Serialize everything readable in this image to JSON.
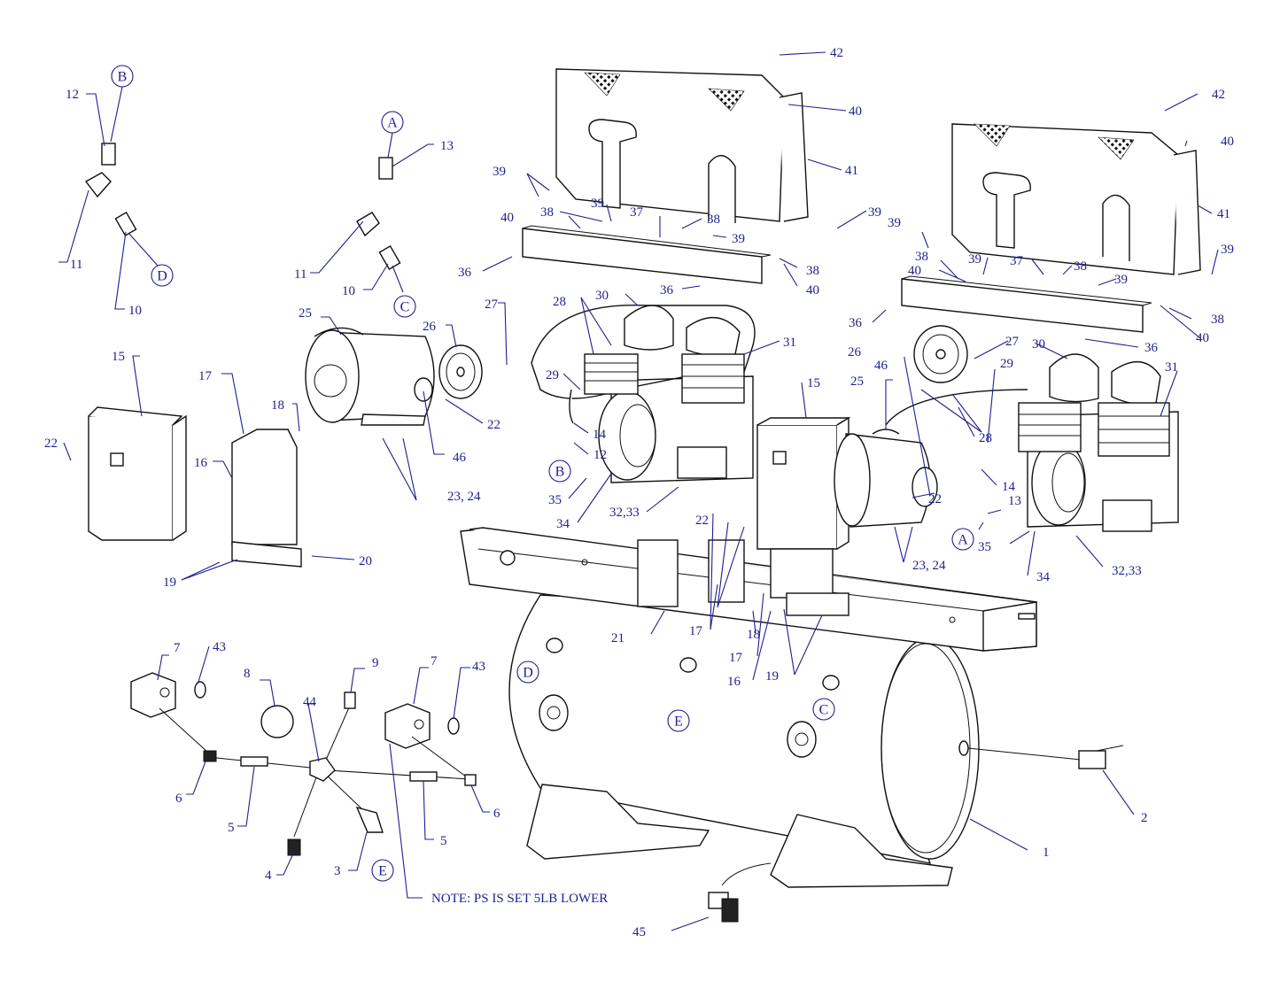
{
  "callouts": [
    {
      "id": "c1",
      "text": "1"
    },
    {
      "id": "c2",
      "text": "2"
    },
    {
      "id": "c3",
      "text": "3"
    },
    {
      "id": "c4",
      "text": "4"
    },
    {
      "id": "c5a",
      "text": "5"
    },
    {
      "id": "c5b",
      "text": "5"
    },
    {
      "id": "c6a",
      "text": "6"
    },
    {
      "id": "c6b",
      "text": "6"
    },
    {
      "id": "c7a",
      "text": "7"
    },
    {
      "id": "c7b",
      "text": "7"
    },
    {
      "id": "c8",
      "text": "8"
    },
    {
      "id": "c9",
      "text": "9"
    },
    {
      "id": "c10a",
      "text": "10"
    },
    {
      "id": "c10b",
      "text": "10"
    },
    {
      "id": "c11a",
      "text": "11"
    },
    {
      "id": "c11b",
      "text": "11"
    },
    {
      "id": "c12a",
      "text": "12"
    },
    {
      "id": "c12b",
      "text": "12"
    },
    {
      "id": "c13a",
      "text": "13"
    },
    {
      "id": "c13b",
      "text": "13"
    },
    {
      "id": "c14a",
      "text": "14"
    },
    {
      "id": "c14b",
      "text": "14"
    },
    {
      "id": "c15a",
      "text": "15"
    },
    {
      "id": "c15b",
      "text": "15"
    },
    {
      "id": "c16a",
      "text": "16"
    },
    {
      "id": "c16b",
      "text": "16"
    },
    {
      "id": "c17a",
      "text": "17"
    },
    {
      "id": "c17b",
      "text": "17"
    },
    {
      "id": "c17c",
      "text": "17"
    },
    {
      "id": "c18a",
      "text": "18"
    },
    {
      "id": "c18b",
      "text": "18"
    },
    {
      "id": "c19a",
      "text": "19"
    },
    {
      "id": "c19b",
      "text": "19"
    },
    {
      "id": "c20",
      "text": "20"
    },
    {
      "id": "c21",
      "text": "21"
    },
    {
      "id": "c22a",
      "text": "22"
    },
    {
      "id": "c22b",
      "text": "22"
    },
    {
      "id": "c22c",
      "text": "22"
    },
    {
      "id": "c22d",
      "text": "22"
    },
    {
      "id": "c2324a",
      "text": "23, 24"
    },
    {
      "id": "c2324b",
      "text": "23, 24"
    },
    {
      "id": "c25a",
      "text": "25"
    },
    {
      "id": "c25b",
      "text": "25"
    },
    {
      "id": "c26a",
      "text": "26"
    },
    {
      "id": "c26b",
      "text": "26"
    },
    {
      "id": "c27a",
      "text": "27"
    },
    {
      "id": "c27b",
      "text": "27"
    },
    {
      "id": "c28a",
      "text": "28"
    },
    {
      "id": "c28b",
      "text": "28"
    },
    {
      "id": "c29a",
      "text": "29"
    },
    {
      "id": "c29b",
      "text": "29"
    },
    {
      "id": "c30a",
      "text": "30"
    },
    {
      "id": "c30b",
      "text": "30"
    },
    {
      "id": "c31a",
      "text": "31"
    },
    {
      "id": "c31b",
      "text": "31"
    },
    {
      "id": "c3233a",
      "text": "32,33"
    },
    {
      "id": "c3233b",
      "text": "32,33"
    },
    {
      "id": "c34a",
      "text": "34"
    },
    {
      "id": "c34b",
      "text": "34"
    },
    {
      "id": "c35a",
      "text": "35"
    },
    {
      "id": "c35b",
      "text": "35"
    },
    {
      "id": "c36a",
      "text": "36"
    },
    {
      "id": "c36b",
      "text": "36"
    },
    {
      "id": "c36c",
      "text": "36"
    },
    {
      "id": "c36d",
      "text": "36"
    },
    {
      "id": "c37a",
      "text": "37"
    },
    {
      "id": "c37b",
      "text": "37"
    },
    {
      "id": "c38a",
      "text": "38"
    },
    {
      "id": "c38b",
      "text": "38"
    },
    {
      "id": "c38c",
      "text": "38"
    },
    {
      "id": "c38d",
      "text": "38"
    },
    {
      "id": "c38e",
      "text": "38"
    },
    {
      "id": "c38f",
      "text": "38"
    },
    {
      "id": "c39a",
      "text": "39"
    },
    {
      "id": "c39b",
      "text": "39"
    },
    {
      "id": "c39c",
      "text": "39"
    },
    {
      "id": "c39d",
      "text": "39"
    },
    {
      "id": "c39e",
      "text": "39"
    },
    {
      "id": "c39f",
      "text": "39"
    },
    {
      "id": "c39g",
      "text": "39"
    },
    {
      "id": "c39h",
      "text": "39"
    },
    {
      "id": "c40a",
      "text": "40"
    },
    {
      "id": "c40b",
      "text": "40"
    },
    {
      "id": "c40c",
      "text": "40"
    },
    {
      "id": "c40d",
      "text": "40"
    },
    {
      "id": "c40e",
      "text": "40"
    },
    {
      "id": "c40f",
      "text": "40"
    },
    {
      "id": "c41a",
      "text": "41"
    },
    {
      "id": "c41b",
      "text": "41"
    },
    {
      "id": "c42a",
      "text": "42"
    },
    {
      "id": "c42b",
      "text": "42"
    },
    {
      "id": "c43a",
      "text": "43"
    },
    {
      "id": "c43b",
      "text": "43"
    },
    {
      "id": "c44",
      "text": "44"
    },
    {
      "id": "c45",
      "text": "45"
    },
    {
      "id": "c46a",
      "text": "46"
    },
    {
      "id": "c46b",
      "text": "46"
    }
  ],
  "connection_markers": [
    {
      "id": "mA1",
      "letter": "A"
    },
    {
      "id": "mA2",
      "letter": "A"
    },
    {
      "id": "mB1",
      "letter": "B"
    },
    {
      "id": "mB2",
      "letter": "B"
    },
    {
      "id": "mC1",
      "letter": "C"
    },
    {
      "id": "mC2",
      "letter": "C"
    },
    {
      "id": "mD1",
      "letter": "D"
    },
    {
      "id": "mD2",
      "letter": "D"
    },
    {
      "id": "mE1",
      "letter": "E"
    },
    {
      "id": "mE2",
      "letter": "E"
    }
  ],
  "note": "NOTE: PS IS SET 5LB LOWER",
  "colors": {
    "callout": "#1f1f8f",
    "linework": "#111111",
    "background": "#ffffff"
  }
}
